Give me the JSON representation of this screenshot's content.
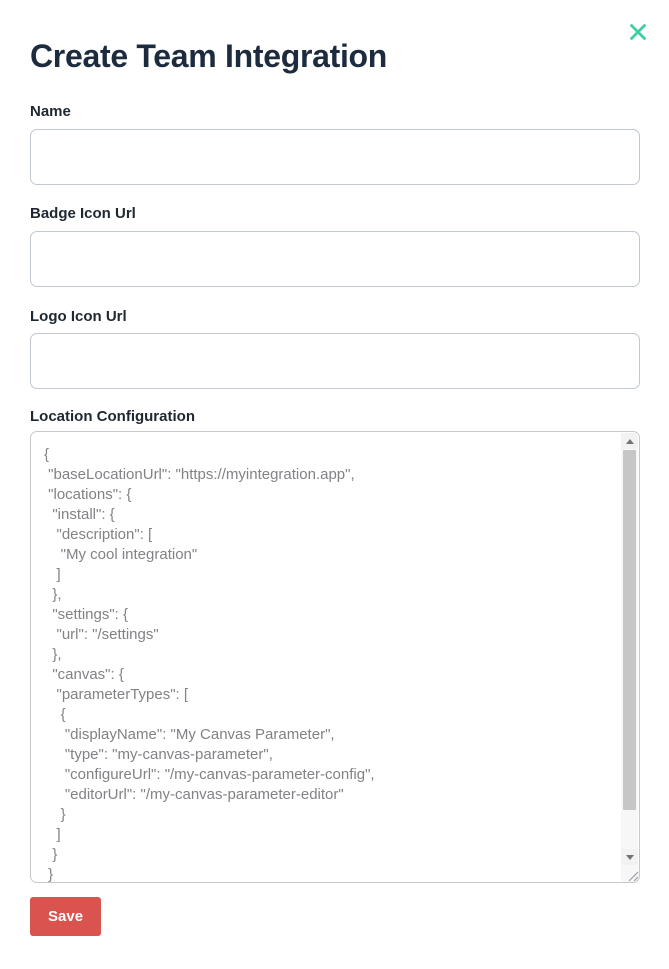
{
  "dialog": {
    "title": "Create Team Integration",
    "close_icon": "x-icon",
    "accent_color": "#41cfa5",
    "title_color": "#1c2b3d"
  },
  "fields": {
    "name": {
      "label": "Name",
      "value": "",
      "placeholder": ""
    },
    "badge_icon_url": {
      "label": "Badge Icon Url",
      "value": "",
      "placeholder": ""
    },
    "logo_icon_url": {
      "label": "Logo Icon Url",
      "value": "",
      "placeholder": ""
    },
    "location_configuration": {
      "label": "Location Configuration",
      "value": "{\n \"baseLocationUrl\": \"https://myintegration.app\",\n \"locations\": {\n  \"install\": {\n   \"description\": [\n    \"My cool integration\"\n   ]\n  },\n  \"settings\": {\n   \"url\": \"/settings\"\n  },\n  \"canvas\": {\n   \"parameterTypes\": [\n    {\n     \"displayName\": \"My Canvas Parameter\",\n     \"type\": \"my-canvas-parameter\",\n     \"configureUrl\": \"/my-canvas-parameter-config\",\n     \"editorUrl\": \"/my-canvas-parameter-editor\"\n    }\n   ]\n  }\n }\n}",
      "text_color": "#808285"
    }
  },
  "scrollbar": {
    "up_icon": "triangle-up-icon",
    "down_icon": "triangle-down-icon",
    "resize_icon": "resize-grip-icon"
  },
  "actions": {
    "save": {
      "label": "Save",
      "color": "#d9534f"
    }
  }
}
